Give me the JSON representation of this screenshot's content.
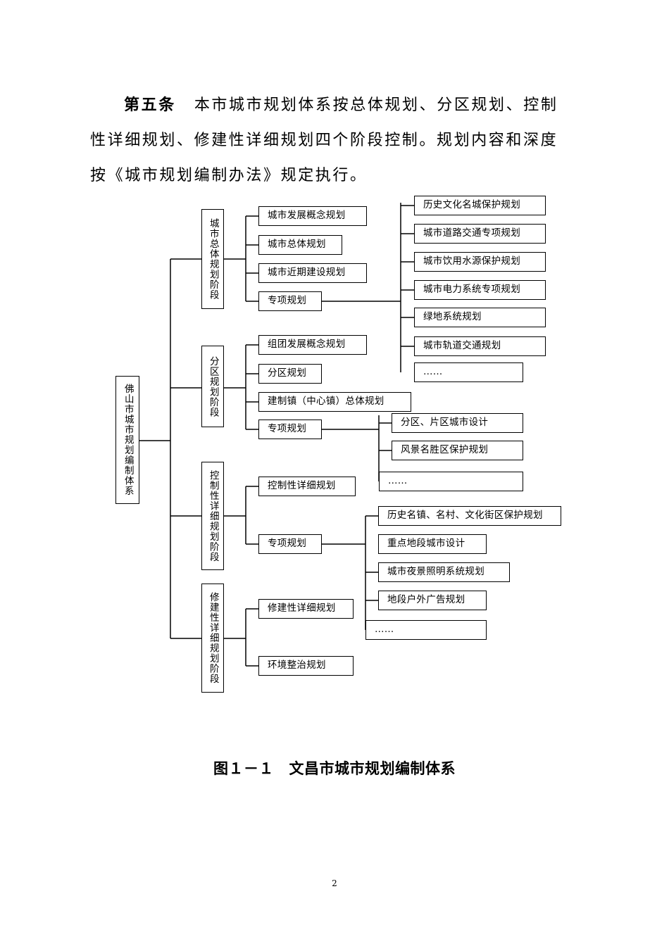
{
  "paragraph": {
    "article": "第五条",
    "line1": "本市城市规划体系按总体规划、分区规划、控制",
    "line2": "性详细规划、修建性详细规划四个阶段控制。规划内容和深度",
    "line3": "按《城市规划编制办法》规定执行。"
  },
  "diagram": {
    "root": "佛山市城市规划编制体系",
    "stages": [
      {
        "label": "城市总体规划阶段",
        "items": [
          "城市发展概念规划",
          "城市总体规划",
          "城市近期建设规划",
          "专项规划"
        ],
        "special": [
          "历史文化名城保护规划",
          "城市道路交通专项规划",
          "城市饮用水源保护规划",
          "城市电力系统专项规划",
          "绿地系统规划",
          "城市轨道交通规划",
          "……"
        ]
      },
      {
        "label": "分区规划阶段",
        "items": [
          "组团发展概念规划",
          "分区规划",
          "建制镇（中心镇）总体规划",
          "专项规划"
        ],
        "special": [
          "分区、片区城市设计",
          "风景名胜区保护规划",
          "……"
        ]
      },
      {
        "label": "控制性详细规划阶段",
        "items": [
          "控制性详细规划",
          "专项规划"
        ],
        "special": [
          "历史名镇、名村、文化街区保护规划",
          "重点地段城市设计",
          "城市夜景照明系统规划",
          "地段户外广告规划",
          "……"
        ]
      },
      {
        "label": "修建性详细规划阶段",
        "items": [
          "修建性详细规划",
          "环境整治规划"
        ]
      }
    ]
  },
  "caption": "图１－１　文昌市城市规划编制体系",
  "page_number": "2"
}
